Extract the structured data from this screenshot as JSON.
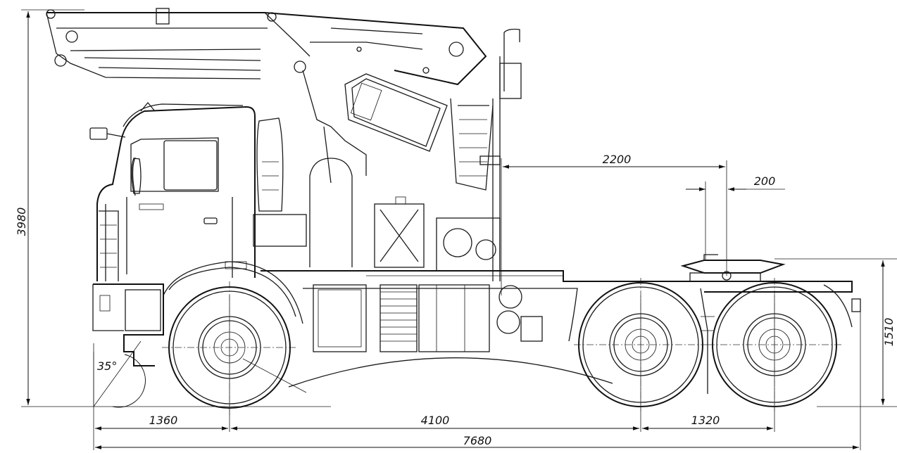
{
  "drawing": {
    "dimensions": {
      "overall_height": "3980",
      "fifth_wheel_height": "1510",
      "front_overhang": "1360",
      "wheelbase": "4100",
      "rear_axle_spacing": "1320",
      "overall_length": "7680",
      "crane_to_kingpin": "2200",
      "kingpin_offset": "200",
      "approach_angle": "35°"
    }
  }
}
